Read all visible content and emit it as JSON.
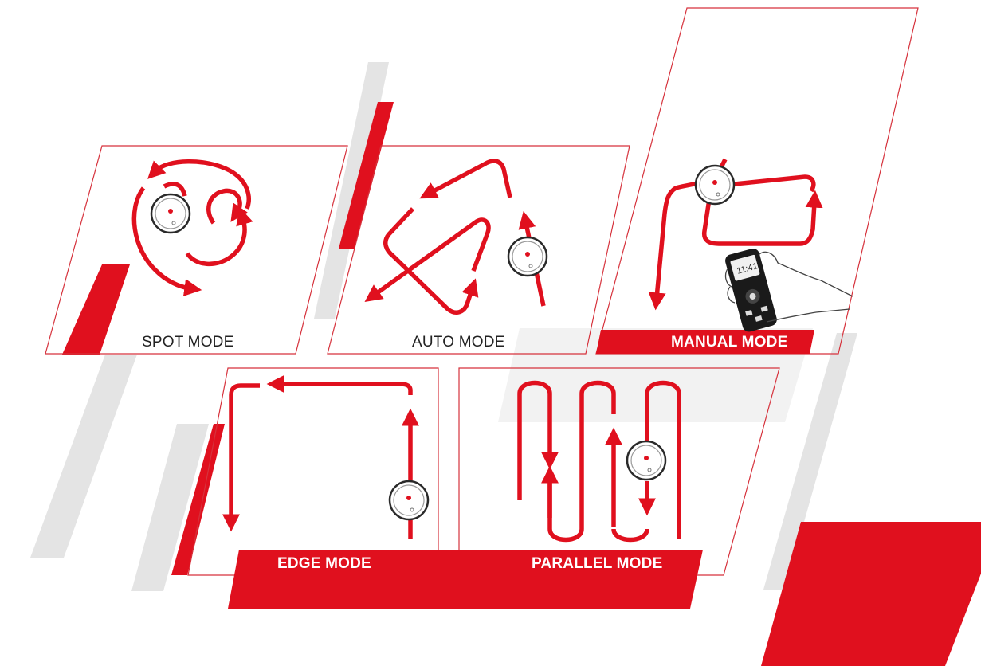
{
  "colors": {
    "accent": "#e0101e",
    "panel_border": "#d6323c",
    "shadow": "#e3e3e3",
    "text_dark": "#222222",
    "text_light": "#ffffff"
  },
  "modes": {
    "spot": {
      "label": "SPOT MODE"
    },
    "auto": {
      "label": "AUTO MODE"
    },
    "manual": {
      "label": "MANUAL MODE",
      "remote_display": "11:41"
    },
    "edge": {
      "label": "EDGE MODE"
    },
    "parallel": {
      "label": "PARALLEL MODE"
    }
  },
  "icons": [
    "robot-vacuum-icon",
    "remote-control-icon",
    "hand-icon",
    "arrow-icon"
  ]
}
